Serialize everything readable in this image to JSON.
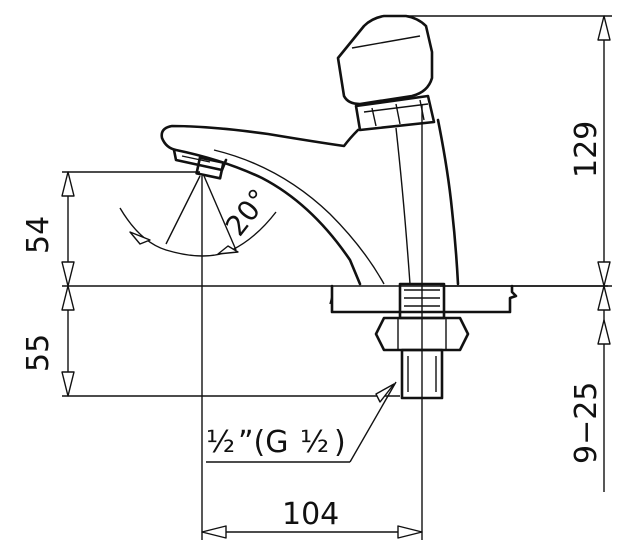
{
  "drawing": {
    "dimensions": {
      "spout_height": "54",
      "below_deck": "55",
      "total_height": "129",
      "deck_range": "9−25",
      "reach": "104",
      "spray_angle": "20°"
    },
    "thread": {
      "half": "½",
      "quote_g": "”(G",
      "half2": "½",
      "close": ")"
    }
  }
}
